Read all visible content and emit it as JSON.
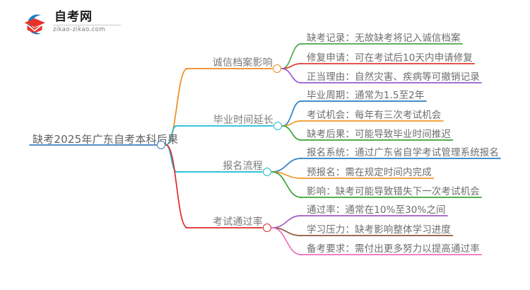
{
  "logo": {
    "title": "自考网",
    "subtitle": "zikao-zikao.com",
    "mark_name": "graduation-cap-logo-icon",
    "blue": "#1a7fc1",
    "red": "#e8322c"
  },
  "mindmap": {
    "root": {
      "label": "缺考2025年广东自考本科后果",
      "color": "#3f7fbf"
    },
    "branches": [
      {
        "label": "诚信档案影响",
        "color": "#f08a24",
        "children": [
          {
            "label": "缺考记录：无故缺考将记入诚信档案",
            "color": "#4ca64c"
          },
          {
            "label": "修复申请：可在考试后10天内申请修复",
            "color": "#e23b34"
          },
          {
            "label": "正当理由：自然灾害、疾病等可撤销记录",
            "color": "#9b59d0"
          }
        ]
      },
      {
        "label": "毕业时间延长",
        "color": "#21bcd4",
        "children": [
          {
            "label": "毕业周期：通常为1.5至2年",
            "color": "#2f7fc4"
          },
          {
            "label": "考试机会：每年有三次考试机会",
            "color": "#f0992a"
          },
          {
            "label": "缺考后果：可能导致毕业时间推迟",
            "color": "#3aa33a"
          }
        ]
      },
      {
        "label": "报名流程",
        "color": "#17bcd6",
        "children": [
          {
            "label": "报名系统：通过广东省自学考试管理系统报名",
            "color": "#2f7fc4"
          },
          {
            "label": "预报名：需在规定时间内完成",
            "color": "#f0992a"
          },
          {
            "label": "影响：缺考可能导致错失下一次考试机会",
            "color": "#3aa33a"
          }
        ]
      },
      {
        "label": "考试通过率",
        "color": "#d92b2b",
        "children": [
          {
            "label": "通过率：通常在10%至30%之间",
            "color": "#a25cc4"
          },
          {
            "label": "学习压力：缺考影响整体学习进度",
            "color": "#8a5a3c"
          },
          {
            "label": "备考要求：需付出更多努力以提高通过率",
            "color": "#ee6fbe"
          }
        ]
      }
    ]
  }
}
